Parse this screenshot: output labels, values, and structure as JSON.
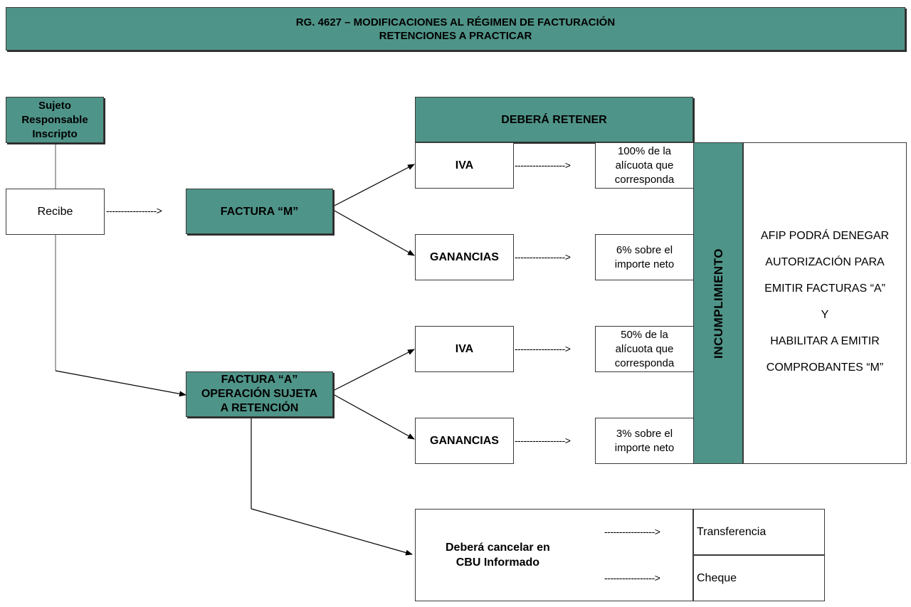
{
  "header": {
    "line1": "RG. 4627 – MODIFICACIONES AL RÉGIMEN DE FACTURACIÓN",
    "line2": "RETENCIONES A PRACTICAR"
  },
  "nodes": {
    "sujeto": "Sujeto\nResponsable\nInscripto",
    "recibe": "Recibe",
    "factura_m": "FACTURA “M”",
    "factura_a": "FACTURA “A”\nOPERACIÓN SUJETA\nA RETENCIÓN",
    "debera_retener": "DEBERÁ RETENER",
    "iva_m": "IVA",
    "ganancias_m": "GANANCIAS",
    "iva_a": "IVA",
    "ganancias_a": "GANANCIAS",
    "pct_iva_m": "100% de la\nalícuota que\ncorresponda",
    "pct_gan_m": "6% sobre el\nimporte neto",
    "pct_iva_a": "50% de la\nalícuota que\ncorresponda",
    "pct_gan_a": "3% sobre el\nimporte neto",
    "incumplimiento": "INCUMPLIMIENTO",
    "afip_lines": [
      "AFIP PODRÁ DENEGAR",
      "AUTORIZACIÓN PARA",
      "EMITIR FACTURAS “A”",
      "Y",
      "HABILITAR A EMITIR",
      "COMPROBANTES “M”"
    ],
    "cancelar": "Deberá cancelar en\nCBU Informado",
    "transferencia": "Transferencia",
    "cheque": "Cheque"
  },
  "arrows": {
    "dashed_arrow": "----------------->"
  }
}
